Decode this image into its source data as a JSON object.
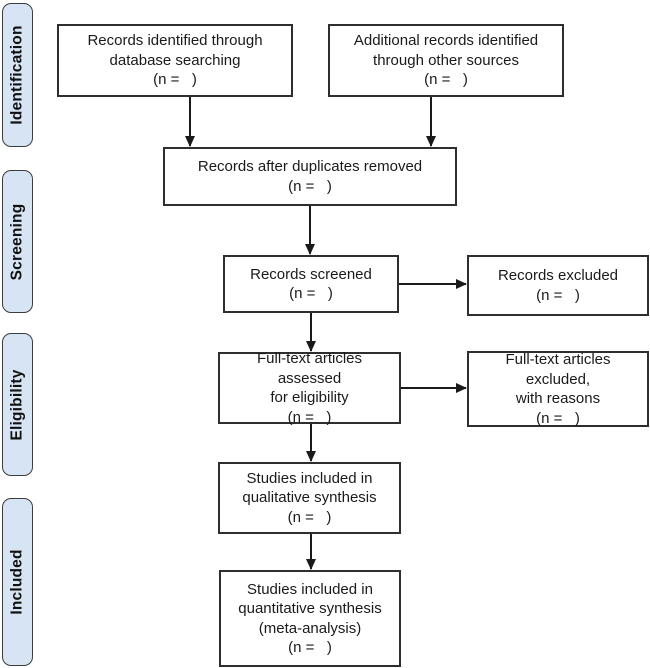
{
  "diagram": {
    "stages": [
      {
        "label": "Identification"
      },
      {
        "label": "Screening"
      },
      {
        "label": "Eligibility"
      },
      {
        "label": "Included"
      }
    ],
    "boxes": [
      {
        "name": "records-identified",
        "lines": [
          "Records identified through",
          "database searching",
          "(n =   )"
        ]
      },
      {
        "name": "additional-records",
        "lines": [
          "Additional records identified",
          "through other sources",
          "(n =   )"
        ]
      },
      {
        "name": "after-duplicates",
        "lines": [
          "Records after duplicates removed",
          "(n =   )"
        ]
      },
      {
        "name": "records-screened",
        "lines": [
          "Records screened",
          "(n =   )"
        ]
      },
      {
        "name": "records-excluded",
        "lines": [
          "Records excluded",
          "(n =   )"
        ]
      },
      {
        "name": "fulltext-assessed",
        "lines": [
          "Full-text articles assessed",
          "for eligibility",
          "(n =   )"
        ]
      },
      {
        "name": "fulltext-excluded",
        "lines": [
          "Full-text articles excluded,",
          "with reasons",
          "(n =   )"
        ]
      },
      {
        "name": "qualitative-synthesis",
        "lines": [
          "Studies included in",
          "qualitative synthesis",
          "(n =   )"
        ]
      },
      {
        "name": "quantitative-synthesis",
        "lines": [
          "Studies included in",
          "quantitative synthesis",
          "(meta-analysis)",
          "(n =   )"
        ]
      }
    ],
    "colors": {
      "stage_fill": "#d7e4f3",
      "stage_border": "#3d3d3d",
      "box_fill": "#ffffff",
      "box_border": "#2e2e2e",
      "arrow": "#1a1a1a",
      "background": "#ffffff"
    }
  }
}
